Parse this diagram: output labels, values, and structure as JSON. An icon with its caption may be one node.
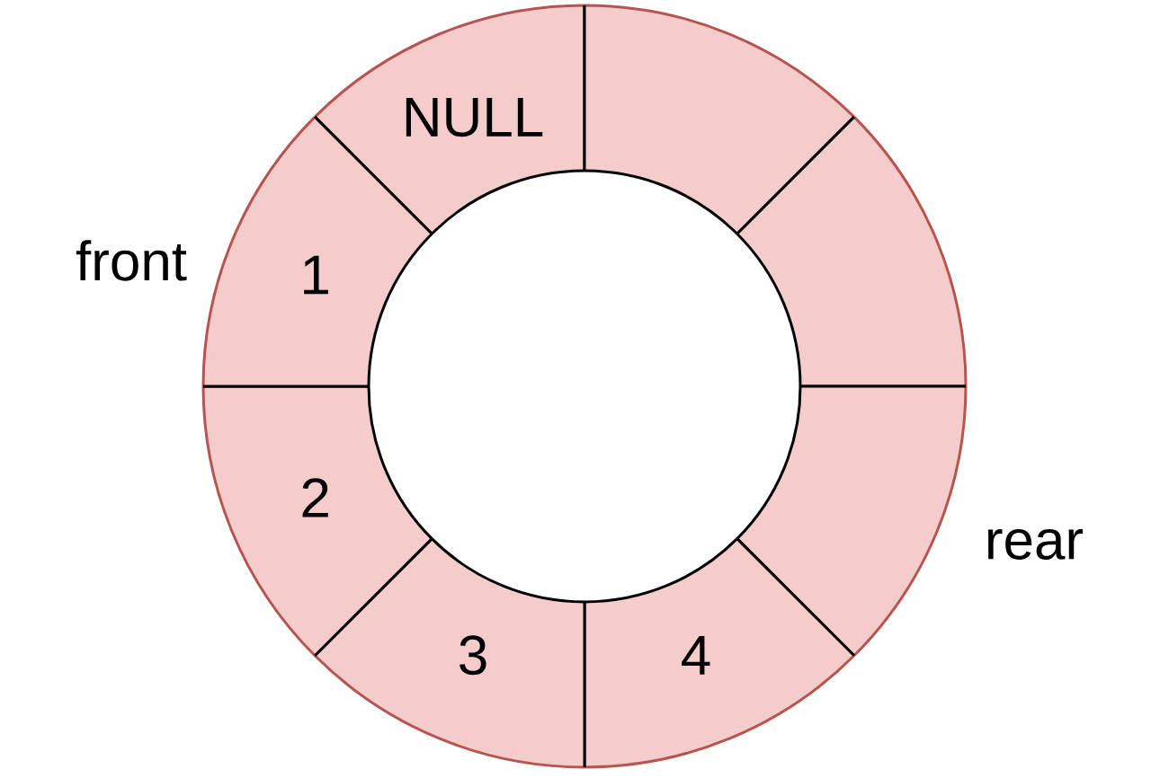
{
  "diagram": {
    "nodes": [
      {
        "text": [
          "NULL"
        ]
      },
      {
        "text": [],
        "shape": "sector"
      },
      {
        "text": [],
        "shape": "sector"
      },
      {
        "text": [],
        "shape": "sector"
      },
      {
        "text": [
          "4"
        ]
      },
      {
        "text": [
          "3"
        ]
      },
      {
        "text": [
          "2"
        ]
      },
      {
        "text": [
          "1"
        ]
      }
    ],
    "labels": [
      "front",
      "rear"
    ]
  }
}
